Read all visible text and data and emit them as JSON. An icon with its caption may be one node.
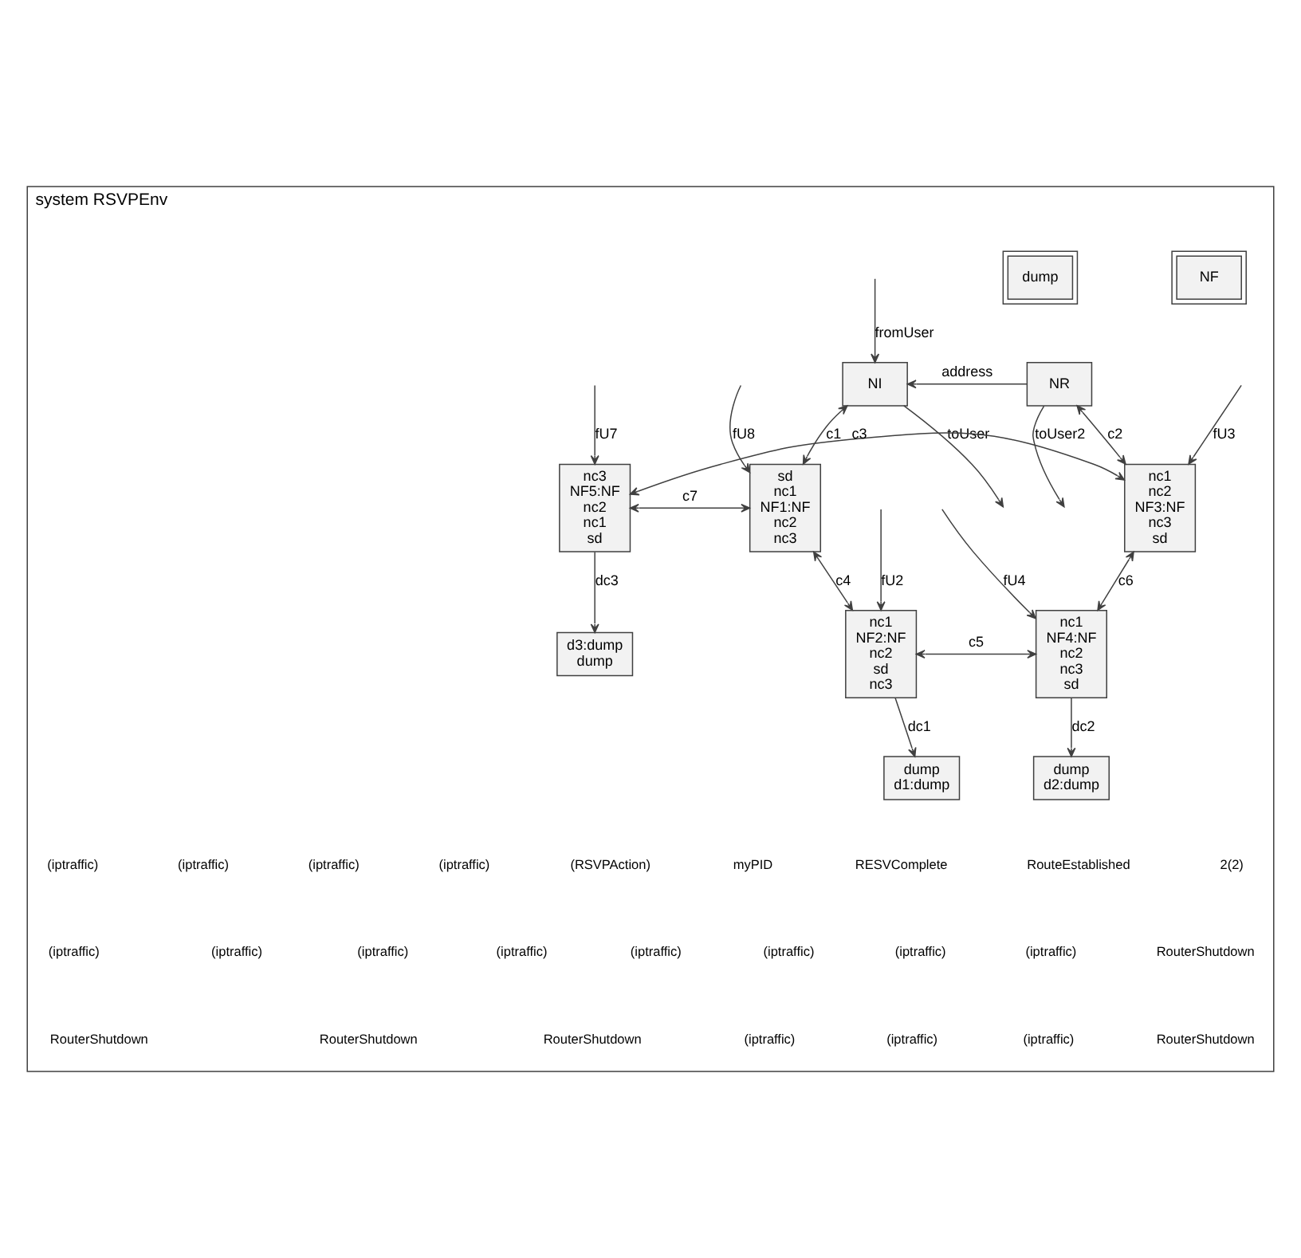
{
  "diagram": {
    "nodes": [
      {
        "text": [
          "system RSVPEnv"
        ]
      },
      {
        "text": [
          "NF"
        ],
        "in": 0
      },
      {
        "text": [
          "dump"
        ],
        "in": 0
      },
      {
        "text": [
          "NI"
        ],
        "in": 0
      },
      {
        "text": [
          "NR"
        ],
        "in": 0
      },
      {
        "text": [
          "d3:dump",
          "dump"
        ],
        "in": 0
      },
      {
        "text": [
          "sd",
          "nc1",
          "NF1:NF",
          "nc2",
          "nc3"
        ],
        "in": 0
      },
      {
        "text": [
          "nc3",
          "NF5:NF",
          "nc2",
          "nc1",
          "sd"
        ],
        "in": 0
      },
      {
        "text": [
          "nc1",
          "nc2",
          "NF3:NF",
          "nc3",
          "sd"
        ],
        "in": 0
      },
      {
        "text": [
          "nc1",
          "NF2:NF",
          "nc2",
          "sd",
          "nc3"
        ],
        "in": 0
      },
      {
        "text": [
          "nc1",
          "NF4:NF",
          "nc2",
          "nc3",
          "sd"
        ],
        "in": 0
      },
      {
        "text": [
          "dump",
          "d1:dump"
        ],
        "in": 0
      },
      {
        "text": [
          "dump",
          "d2:dump"
        ],
        "in": 0
      }
    ],
    "edges": [
      {
        "from": 3,
        "to": null,
        "arrow": "to",
        "label": "toUser"
      },
      {
        "from": null,
        "to": 3,
        "arrow": "to",
        "label": "fromUser"
      },
      {
        "from": 4,
        "to": 3,
        "arrow": "to",
        "label": "address"
      },
      {
        "from": 4,
        "to": null,
        "arrow": "to",
        "label": "toUser2"
      },
      {
        "from": 3,
        "to": 6,
        "arrow": "both",
        "label": "c1"
      },
      {
        "from": null,
        "to": 6,
        "arrow": "to",
        "label": "fU8"
      },
      {
        "from": 7,
        "to": 5,
        "arrow": "to",
        "label": "dc3"
      },
      {
        "from": 4,
        "to": 8,
        "arrow": "both",
        "label": "c2"
      },
      {
        "from": 6,
        "to": 7,
        "arrow": "both",
        "label": "c7"
      },
      {
        "from": 7,
        "to": 8,
        "arrow": "both",
        "label": "c3"
      },
      {
        "from": null,
        "to": 8,
        "arrow": "to",
        "label": "fU3"
      },
      {
        "from": 6,
        "to": 9,
        "arrow": "both",
        "label": "c4"
      },
      {
        "from": 8,
        "to": 10,
        "arrow": "both",
        "label": "c6"
      },
      {
        "from": null,
        "to": 7,
        "arrow": "to",
        "label": "fU7"
      },
      {
        "from": 9,
        "to": 10,
        "arrow": "both",
        "label": "c5"
      },
      {
        "from": null,
        "to": 10,
        "arrow": "to",
        "label": "fU4"
      },
      {
        "from": null,
        "to": 9,
        "arrow": "to",
        "label": "fU2"
      },
      {
        "from": 9,
        "to": 11,
        "arrow": "to",
        "label": "dc1"
      },
      {
        "from": 10,
        "to": 12,
        "arrow": "to",
        "label": "dc2"
      }
    ],
    "labels": [
      "2(2)",
      "RouteEstablished",
      "RESVComplete",
      "myPID",
      "(RSVPAction)",
      "(iptraffic)",
      "(iptraffic)",
      "(iptraffic)",
      "(iptraffic)",
      "RouterShutdown",
      "(iptraffic)",
      "(iptraffic)",
      "(iptraffic)",
      "(iptraffic)",
      "(iptraffic)",
      "(iptraffic)",
      "(iptraffic)",
      "(iptraffic)",
      "RouterShutdown",
      "(iptraffic)",
      "(iptraffic)",
      "(iptraffic)",
      "RouterShutdown",
      "RouterShutdown",
      "RouterShutdown"
    ]
  }
}
